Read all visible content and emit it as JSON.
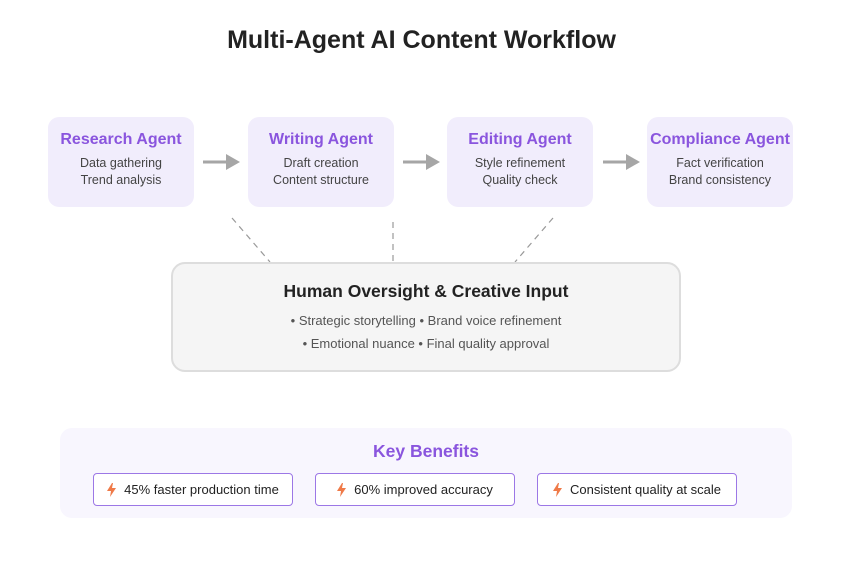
{
  "title": "Multi-Agent AI Content Workflow",
  "agents": [
    {
      "name": "Research Agent",
      "tasks": [
        "Data gathering",
        "Trend analysis"
      ]
    },
    {
      "name": "Writing Agent",
      "tasks": [
        "Draft creation",
        "Content structure"
      ]
    },
    {
      "name": "Editing Agent",
      "tasks": [
        "Style refinement",
        "Quality check"
      ]
    },
    {
      "name": "Compliance Agent",
      "tasks": [
        "Fact verification",
        "Brand consistency"
      ]
    }
  ],
  "oversight": {
    "title": "Human Oversight & Creative Input",
    "lines": [
      "• Strategic storytelling • Brand voice refinement",
      "• Emotional nuance • Final quality approval"
    ]
  },
  "benefits": {
    "title": "Key Benefits",
    "items": [
      {
        "icon": "lightning-icon",
        "label": "45% faster production time"
      },
      {
        "icon": "lightning-icon",
        "label": "60% improved accuracy"
      },
      {
        "icon": "lightning-icon",
        "label": "Consistent quality at scale"
      }
    ]
  },
  "colors": {
    "accent": "#8a55de",
    "agent_bg": "#f1edfc",
    "arrow": "#a6a6a6",
    "bolt": "#ef7a48"
  }
}
